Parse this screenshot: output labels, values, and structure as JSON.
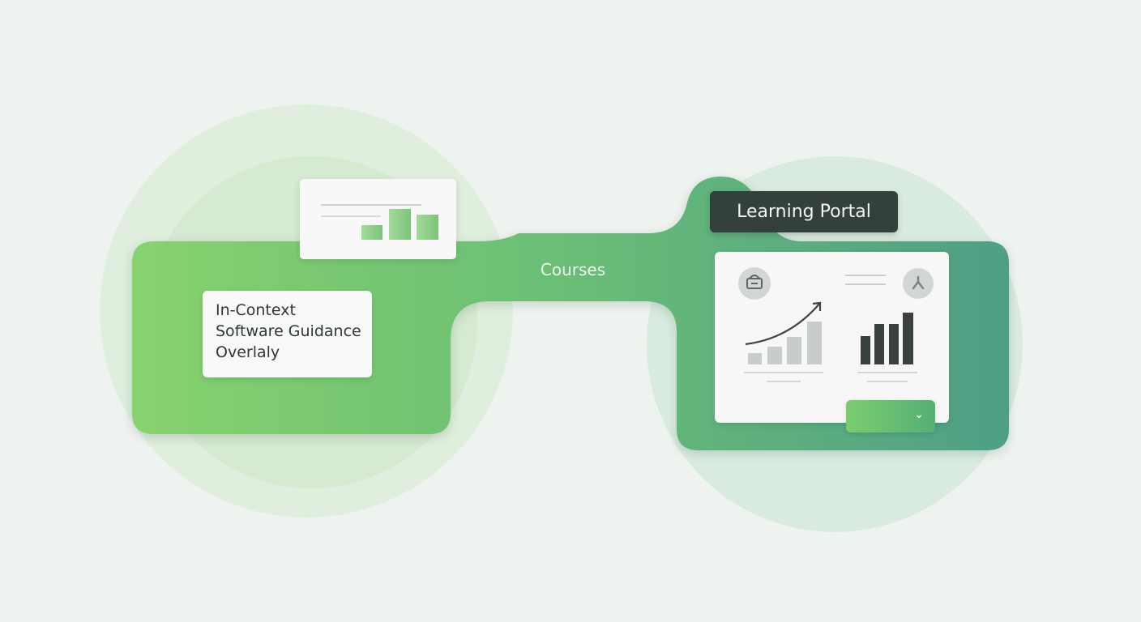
{
  "overlay_card": {
    "lines": [
      "In-Context",
      "Software Guidance",
      "Overlaly"
    ]
  },
  "connector": {
    "label": "Courses"
  },
  "portal": {
    "title": "Learning Portal"
  },
  "icons": {
    "left_circle": "phone-icon",
    "right_circle": "tools-icon",
    "dropdown": "chevron-down-icon"
  },
  "colors": {
    "background": "#eef3f0",
    "green_light": "#86d26f",
    "green_mid": "#62b877",
    "teal": "#4fa184",
    "chip_dark": "#33403c",
    "card_white": "#f7f8f7",
    "bar_gray": "#c8ccca",
    "bar_dark": "#3a403d"
  }
}
